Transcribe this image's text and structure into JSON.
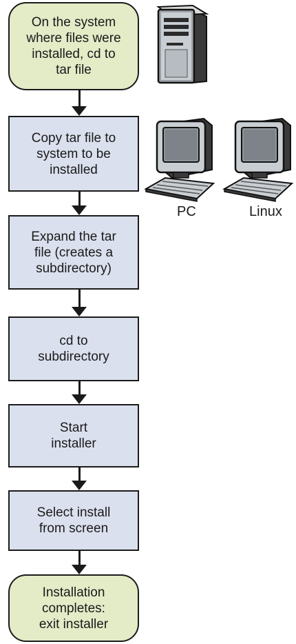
{
  "flow": {
    "steps": [
      {
        "kind": "terminal",
        "lines": [
          "On the system",
          "where files were",
          "installed, cd to",
          "tar file"
        ]
      },
      {
        "kind": "process",
        "lines": [
          "Copy tar file to",
          "system to be",
          "installed"
        ]
      },
      {
        "kind": "process",
        "lines": [
          "Expand the tar",
          "file (creates a",
          "subdirectory)"
        ]
      },
      {
        "kind": "process",
        "lines": [
          "cd to",
          "subdirectory"
        ]
      },
      {
        "kind": "process",
        "lines": [
          "Start",
          "installer"
        ]
      },
      {
        "kind": "process",
        "lines": [
          "Select install",
          "from screen"
        ]
      },
      {
        "kind": "terminal",
        "lines": [
          "Installation",
          "completes:",
          "exit installer"
        ]
      }
    ]
  },
  "systems": {
    "pc_label": "PC",
    "linux_label": "Linux"
  },
  "colors": {
    "terminal_fill": "#e3ebc7",
    "process_fill": "#dbe0ee",
    "stroke": "#1a1a1a"
  },
  "icons": [
    "tower-server-icon",
    "pc-computer-icon",
    "linux-computer-icon"
  ]
}
